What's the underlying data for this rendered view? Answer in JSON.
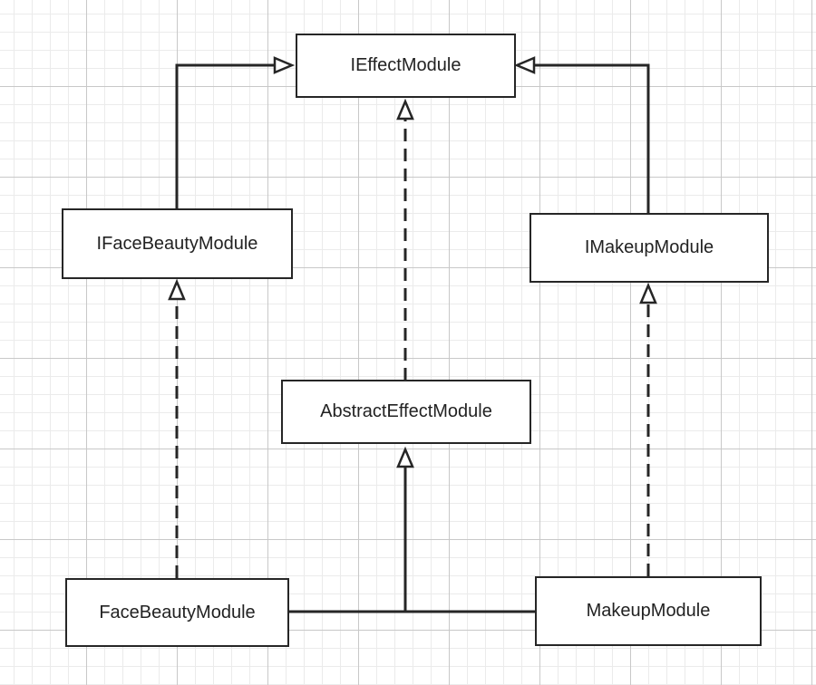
{
  "diagram": {
    "nodes": {
      "ieffect": "IEffectModule",
      "ifacebeauty": "IFaceBeautyModule",
      "imakeup": "IMakeupModule",
      "abstract": "AbstractEffectModule",
      "facebeauty": "FaceBeautyModule",
      "makeup": "MakeupModule"
    },
    "relations": [
      {
        "from": "IFaceBeautyModule",
        "to": "IEffectModule",
        "kind": "generalization",
        "style": "solid"
      },
      {
        "from": "IMakeupModule",
        "to": "IEffectModule",
        "kind": "generalization",
        "style": "solid"
      },
      {
        "from": "AbstractEffectModule",
        "to": "IEffectModule",
        "kind": "realization",
        "style": "dashed"
      },
      {
        "from": "FaceBeautyModule",
        "to": "IFaceBeautyModule",
        "kind": "realization",
        "style": "dashed"
      },
      {
        "from": "MakeupModule",
        "to": "IMakeupModule",
        "kind": "realization",
        "style": "dashed"
      },
      {
        "from": "FaceBeautyModule",
        "to": "AbstractEffectModule",
        "kind": "generalization",
        "style": "solid"
      },
      {
        "from": "MakeupModule",
        "to": "AbstractEffectModule",
        "kind": "generalization",
        "style": "solid"
      }
    ],
    "colors": {
      "line": "#262626",
      "box_border": "#262626",
      "grid_major": "#c8c8c8",
      "grid_minor": "#ebebeb"
    }
  }
}
